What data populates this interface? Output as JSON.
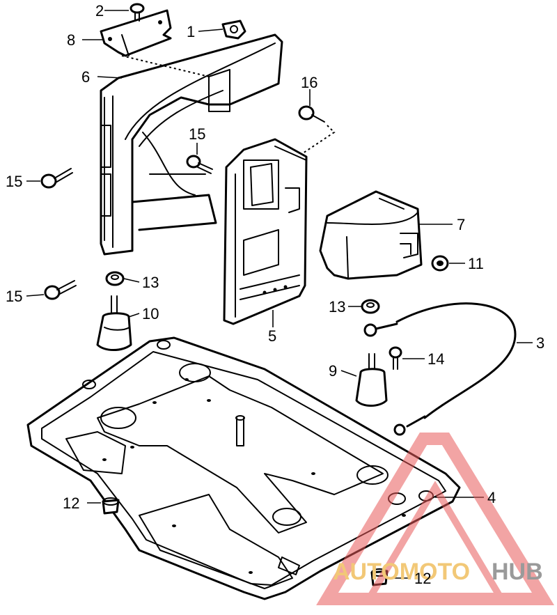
{
  "diagram": {
    "callouts": [
      {
        "id": "c1",
        "label": "1"
      },
      {
        "id": "c2",
        "label": "2"
      },
      {
        "id": "c3",
        "label": "3"
      },
      {
        "id": "c4",
        "label": "4"
      },
      {
        "id": "c5",
        "label": "5"
      },
      {
        "id": "c6",
        "label": "6"
      },
      {
        "id": "c7",
        "label": "7"
      },
      {
        "id": "c8",
        "label": "8"
      },
      {
        "id": "c9",
        "label": "9"
      },
      {
        "id": "c10",
        "label": "10"
      },
      {
        "id": "c11",
        "label": "11"
      },
      {
        "id": "c12a",
        "label": "12"
      },
      {
        "id": "c12b",
        "label": "12"
      },
      {
        "id": "c13a",
        "label": "13"
      },
      {
        "id": "c13b",
        "label": "13"
      },
      {
        "id": "c14",
        "label": "14"
      },
      {
        "id": "c15a",
        "label": "15"
      },
      {
        "id": "c15b",
        "label": "15"
      },
      {
        "id": "c15c",
        "label": "15"
      },
      {
        "id": "c16",
        "label": "16"
      }
    ]
  },
  "watermark": {
    "word_left": "AUTOMOTO",
    "word_right": "HUB",
    "colors": {
      "triangle": "#e85a5a",
      "left_word": "#f2c877",
      "right_word": "#9a9a9a"
    }
  }
}
